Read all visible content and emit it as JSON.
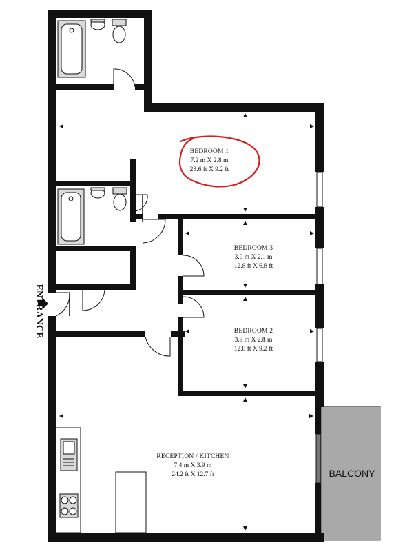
{
  "rooms": {
    "bedroom1": {
      "name": "BEDROOM 1",
      "metric": "7.2 m X 2.8 m",
      "imperial": "23.6 ft X 9.2 ft"
    },
    "bedroom3": {
      "name": "BEDROOM 3",
      "metric": "3.9 m X 2.1 m",
      "imperial": "12.8 ft X 6.8 ft"
    },
    "bedroom2": {
      "name": "BEDROOM 2",
      "metric": "3.9 m X 2.8 m",
      "imperial": "12.8 ft X 9.2 ft"
    },
    "reception": {
      "name": "RECEPTION / KITCHEN",
      "metric": "7.4 m X 3.9 m",
      "imperial": "24.2 ft X 12.7 ft"
    }
  },
  "labels": {
    "entrance": "ENTRANCE",
    "balcony": "BALCONY"
  },
  "colors": {
    "wall": "#111111",
    "balcony_fill": "#a9a9a9",
    "highlight": "#d42020",
    "fixture_fill": "#d9d9d9"
  }
}
